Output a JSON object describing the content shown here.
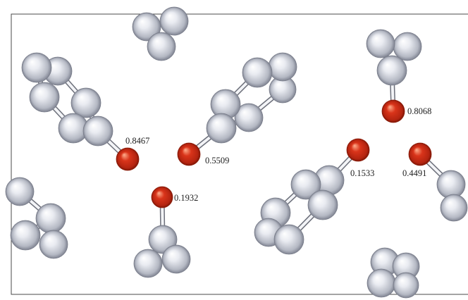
{
  "oxygen_labels": [
    "0.8467",
    "0.5509",
    "0.1932",
    "0.8068",
    "0.1533",
    "0.4491"
  ],
  "colors": {
    "carbon": "#e9ebf1",
    "oxygen": "#d9341a",
    "frame": "#4a4a4a",
    "label": "#1e1e1e"
  }
}
